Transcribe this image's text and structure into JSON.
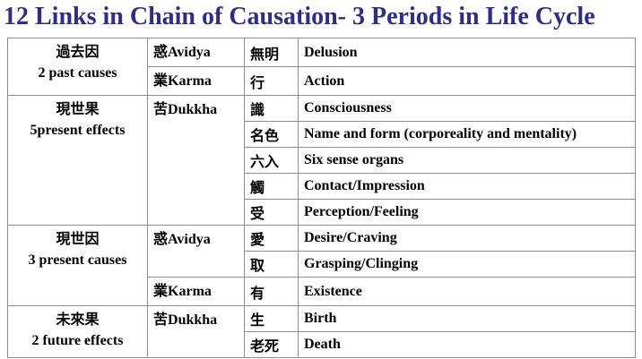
{
  "title": "12 Links in Chain of Causation- 3 Periods in Life Cycle",
  "periods": [
    {
      "cjk": "過去因",
      "en": "2 past causes"
    },
    {
      "cjk": "現世果",
      "en": "5present effects"
    },
    {
      "cjk": "現世因",
      "en": "3 present causes"
    },
    {
      "cjk": "未來果",
      "en": "2 future effects"
    }
  ],
  "categories": [
    {
      "cjk": "惑",
      "en": "Avidya"
    },
    {
      "cjk": "業",
      "en": "Karma"
    },
    {
      "cjk": "苦",
      "en": "Dukkha"
    },
    {
      "cjk": "惑",
      "en": "Avidya"
    },
    {
      "cjk": "業",
      "en": "Karma"
    },
    {
      "cjk": "苦",
      "en": "Dukkha"
    }
  ],
  "links": [
    {
      "chinese": "無明",
      "english": "Delusion"
    },
    {
      "chinese": "行",
      "english": "Action"
    },
    {
      "chinese": "識",
      "english": "Consciousness"
    },
    {
      "chinese": "名色",
      "english": "Name and form (corporeality and mentality)"
    },
    {
      "chinese": "六入",
      "english": "Six sense organs"
    },
    {
      "chinese": "觸",
      "english": "Contact/Impression"
    },
    {
      "chinese": "受",
      "english": "Perception/Feeling"
    },
    {
      "chinese": "愛",
      "english": "Desire/Craving"
    },
    {
      "chinese": "取",
      "english": "Grasping/Clinging"
    },
    {
      "chinese": "有",
      "english": "Existence"
    },
    {
      "chinese": "生",
      "english": "Birth"
    },
    {
      "chinese": "老死",
      "english": "Death"
    }
  ]
}
